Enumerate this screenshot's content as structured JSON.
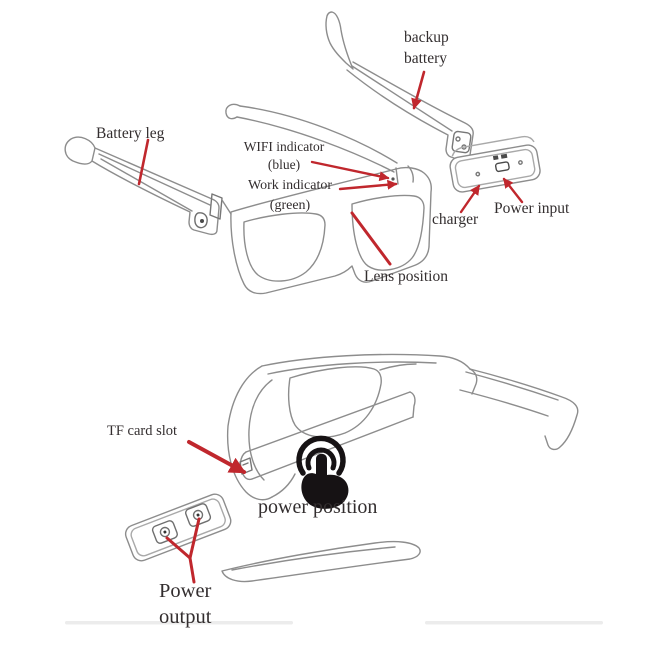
{
  "diagram_title": "smart glasses parts diagram",
  "colors": {
    "arrow_red": "#c0272d",
    "line_gray": "#8d8d8d",
    "text": "#332e2f",
    "icon_black": "#161214",
    "background": "#ffffff"
  },
  "top_figure": {
    "labels": {
      "battery_leg": "Battery leg",
      "backup_battery_1": "backup",
      "backup_battery_2": "battery",
      "wifi_indicator_1": "WIFI indicator",
      "wifi_indicator_2": "(blue)",
      "work_indicator_1": "Work indicator",
      "work_indicator_2": "(green)",
      "charger": "charger",
      "power_input": "Power input",
      "lens_position": "Lens position"
    }
  },
  "bottom_figure": {
    "labels": {
      "tf_card_slot": "TF card slot",
      "power_position": "power position",
      "power_output_1": "Power",
      "power_output_2": "output"
    },
    "icons": {
      "touch_icon": "tap-gesture-icon"
    }
  }
}
